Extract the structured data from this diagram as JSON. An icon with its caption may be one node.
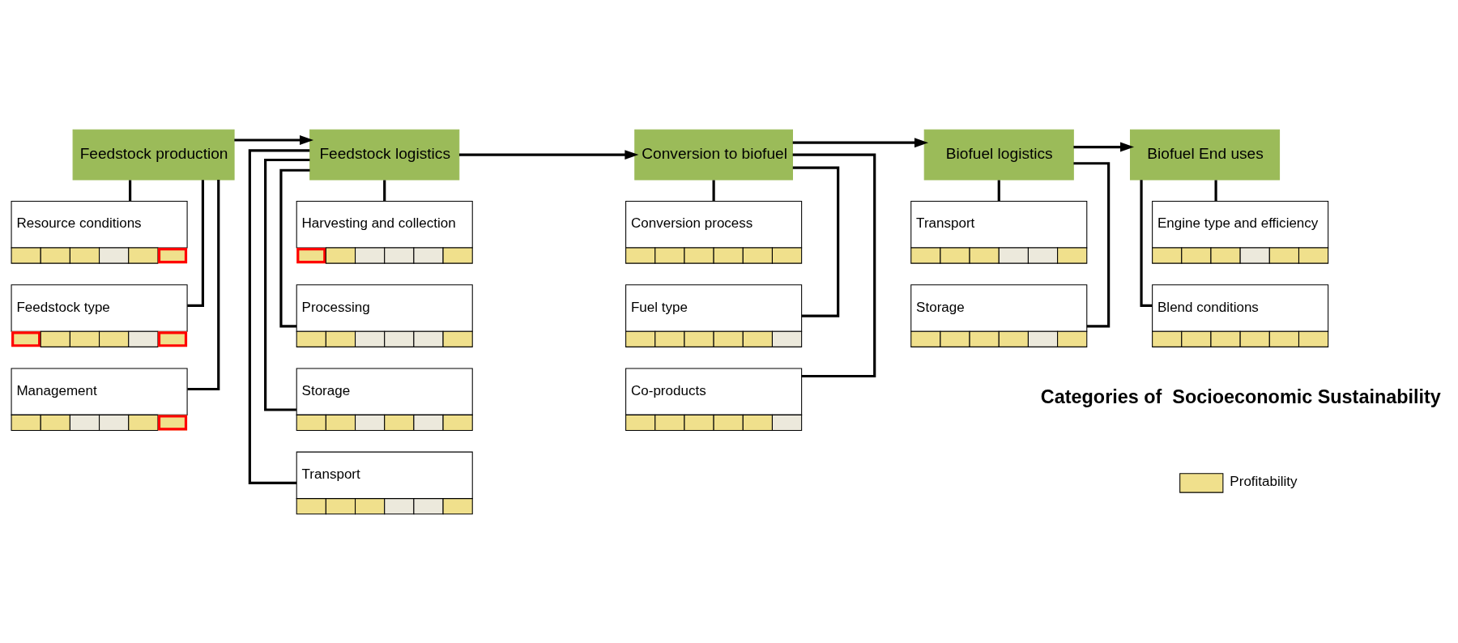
{
  "diagram": {
    "nodes": [
      {
        "text": [
          "Feedstock production"
        ]
      },
      {
        "text": [
          "Feedstock logistics"
        ]
      },
      {
        "text": [
          "Conversion to biofuel"
        ]
      },
      {
        "text": [
          "Biofuel logistics"
        ]
      },
      {
        "text": [
          "Biofuel End uses"
        ]
      },
      {
        "text": [
          "Resource conditions"
        ]
      },
      {
        "text": [
          "Feedstock type"
        ]
      },
      {
        "text": [
          "Management"
        ]
      },
      {
        "text": [
          "Harvesting and collection"
        ]
      },
      {
        "text": [
          "Processing"
        ]
      },
      {
        "text": [
          "Storage"
        ]
      },
      {
        "text": [
          "Transport"
        ]
      },
      {
        "text": [
          "Conversion process"
        ]
      },
      {
        "text": [
          "Fuel type"
        ]
      },
      {
        "text": [
          "Co-products"
        ]
      },
      {
        "text": [
          "Transport"
        ]
      },
      {
        "text": [
          "Storage"
        ]
      },
      {
        "text": [
          "Engine type and efficiency"
        ]
      },
      {
        "text": [
          "Blend conditions"
        ]
      }
    ],
    "edges": [
      {
        "from": 0,
        "to": 1,
        "arrow": "to"
      },
      {
        "from": 1,
        "to": 2,
        "arrow": "to"
      },
      {
        "from": 2,
        "to": 3,
        "arrow": "to"
      },
      {
        "from": 3,
        "to": 4,
        "arrow": "to"
      },
      {
        "from": 0,
        "to": 5,
        "arrow": "none"
      },
      {
        "from": 0,
        "to": 6,
        "arrow": "none"
      },
      {
        "from": 0,
        "to": 7,
        "arrow": "none"
      },
      {
        "from": 1,
        "to": 8,
        "arrow": "none"
      },
      {
        "from": 1,
        "to": 9,
        "arrow": "none"
      },
      {
        "from": 1,
        "to": 10,
        "arrow": "none"
      },
      {
        "from": 1,
        "to": 11,
        "arrow": "none"
      },
      {
        "from": 2,
        "to": 12,
        "arrow": "none"
      },
      {
        "from": 2,
        "to": 13,
        "arrow": "none"
      },
      {
        "from": 2,
        "to": 14,
        "arrow": "none"
      },
      {
        "from": 3,
        "to": 15,
        "arrow": "none"
      },
      {
        "from": 3,
        "to": 16,
        "arrow": "none"
      },
      {
        "from": 4,
        "to": 17,
        "arrow": "none"
      },
      {
        "from": 4,
        "to": 18,
        "arrow": "none"
      }
    ],
    "labels": [
      "Categories of  Socioeconomic Sustainability"
    ],
    "legend": [
      {
        "text": "Profitability"
      }
    ]
  }
}
